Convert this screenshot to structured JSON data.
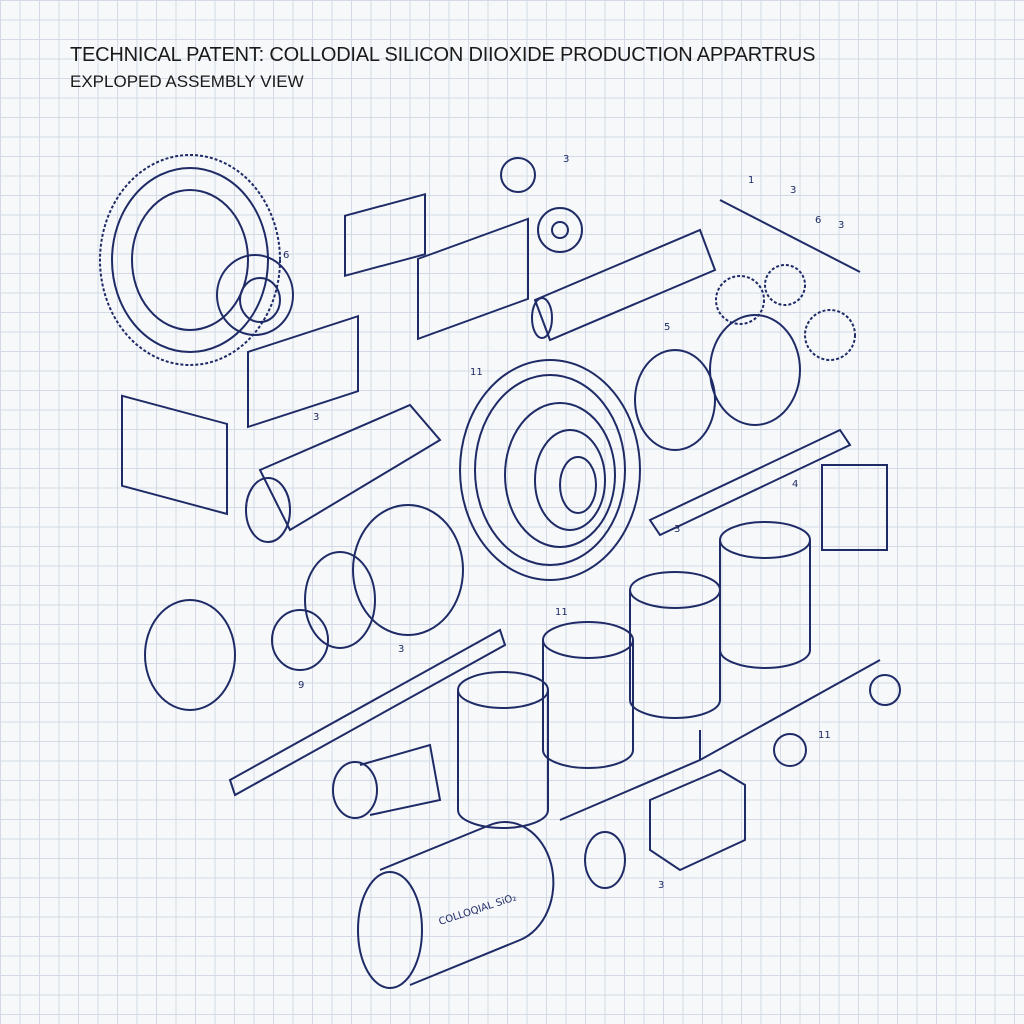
{
  "header": {
    "title": "TECHNICAL PATENT: COLLODIAL SILICON DIIOXIDE PRODUCTION APPARTRUS",
    "subtitle": "EXPLOPED ASSEMBLY VIEW"
  },
  "diagram": {
    "tank_label": "COLLOQIAL SiO₂",
    "callouts": [
      "3",
      "1",
      "3",
      "6",
      "3",
      "6",
      "5",
      "11",
      "3",
      "4",
      "3",
      "11",
      "9",
      "3",
      "11",
      "3"
    ],
    "line_color": "#1e2b66",
    "grid_color": "#d3dae6"
  }
}
